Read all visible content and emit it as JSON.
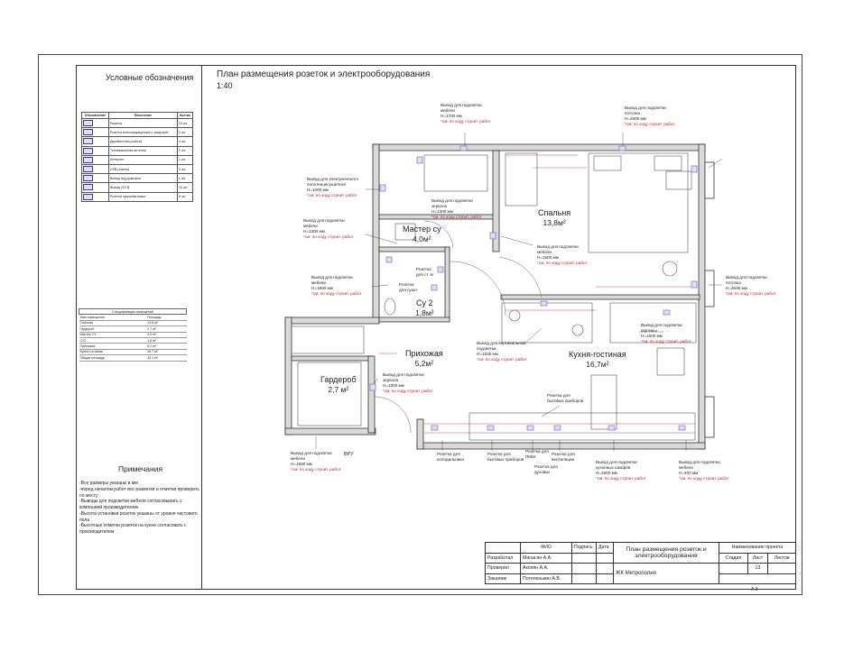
{
  "legend": {
    "title": "Условные обозначения",
    "headers": [
      "Обозначение",
      "Пояснение",
      "Кол-во"
    ],
    "rows": [
      {
        "icon": "socket-icon",
        "label": "Розетка",
        "qty": "15 шт."
      },
      {
        "icon": "socket-ground-icon",
        "label": "Розетка влагозащищенная с защелкой",
        "qty": "2 шт."
      },
      {
        "icon": "double-socket-icon",
        "label": "Двухместная розетка",
        "qty": "4 шт."
      },
      {
        "icon": "tv-socket-icon",
        "label": "Телевизионная антенна",
        "qty": "2 шт."
      },
      {
        "icon": "internet-icon",
        "label": "Интернет",
        "qty": "1 шт."
      },
      {
        "icon": "usb-socket-icon",
        "label": "USB-розетка",
        "qty": "3 шт."
      },
      {
        "icon": "intercom-icon",
        "label": "Вывод под домофон",
        "qty": "1 шт."
      },
      {
        "icon": "power-outlet-icon",
        "label": "Вывод 220 В",
        "qty": "16 шт."
      },
      {
        "icon": "outlet-row-icon",
        "label": "Розетка сушки/вытяжки",
        "qty": "8 шт."
      }
    ]
  },
  "spec": {
    "caption": "Спецификация помещений",
    "headers": [
      "Имя помещения",
      "Площадь"
    ],
    "rows": [
      [
        "Спальня",
        "13.8 м²"
      ],
      [
        "Гардероб",
        "2.7 м²"
      ],
      [
        "Мастер СУ",
        "4.0 м²"
      ],
      [
        "СУ2",
        "1.8 м²"
      ],
      [
        "Прихожая",
        "5.2 м²"
      ],
      [
        "Кухня-гостиная",
        "16.7 м²"
      ],
      [
        "Общая площадь",
        "44.1 м²"
      ]
    ]
  },
  "notes": {
    "title": "Примечания",
    "items": [
      "-Все размеры указаны в мм",
      "-перед началом работ все разметки и отметки проверить по месту",
      "-Выводы для подсветки мебели согласовывать с компанией производителем",
      "-Высота установки розеток указаны от уровня чистового пола",
      "-Высотные отметки розеток на кухне согласовать с производителем"
    ]
  },
  "plan": {
    "title": "План размещения розеток и электрооборудования",
    "scale": "1:40"
  },
  "rooms": {
    "bedroom": {
      "name": "Спальня",
      "area": "13,8м²"
    },
    "master_bath": {
      "name": "Мастер су",
      "area": "4,0м²"
    },
    "bath2": {
      "name": "Су 2",
      "area": "1,8м²"
    },
    "hall": {
      "name": "Прихожая",
      "area": "5,2м²"
    },
    "kitchen": {
      "name": "Кухня-гостиная",
      "area": "16,7м²"
    },
    "wardrobe": {
      "name": "Гардероб",
      "area": "2,7 м²"
    }
  },
  "annotations": {
    "a1": {
      "text": "Вывод для подсветки\nмебели\nН=1700 мм",
      "note": "*см. по ходу строит. работ"
    },
    "a2": {
      "text": "Вывод для подсветки\nпотолка\nН=2605 мм",
      "note": "*см. по ходу строит. работ"
    },
    "a3": {
      "text": "Вывод для электрического\nполотенцесушителя\nН=1000 мм",
      "note": "*см. по ходу строит. работ"
    },
    "a4": {
      "text": "Вывод для подсветки\nзеркала\nН=1300 мм",
      "note": "*см. по ходу строит. работ"
    },
    "a5": {
      "text": "Вывод для подсветки\nмебели\nН=1300 мм",
      "note": "*см. по ходу строит. работ"
    },
    "a6": {
      "text": "Вывод для подсветки\nмебели\nН=1800 мм",
      "note": "*см. по ходу строит. работ"
    },
    "a7": {
      "text": "Вывод для подсветки\nмебели\nН=1800 мм",
      "note": "*см. по ходу строит. работ"
    },
    "a8": {
      "text": "Розетка\nдля ст. м",
      "note": ""
    },
    "a9": {
      "text": "Розетка\nдля сушн",
      "note": ""
    },
    "a10": {
      "text": "Вывод для подсветки\nпотолка\nН=2605 мм",
      "note": "*см. по ходу строит. работ"
    },
    "a11": {
      "text": "Вывод для вертикальной\nподсветки\nН=1500 мм",
      "note": "*см. по ходу строит. работ"
    },
    "a12": {
      "text": "Вывод для подсветки\nкартины\nН=1500 мм",
      "note": "*см. по ходу строит. работ"
    },
    "a13": {
      "text": "Вывод для подсветки\nзеркала\nН=1000 мм",
      "note": "*см. по ходу строит. работ"
    },
    "a14": {
      "text": "Розетка для\nбытовых приборов",
      "note": ""
    },
    "a15": {
      "text": "Вывод для подсветки\nмебели\nН=1800 мм",
      "note": "*см. по ходу строит. работ"
    },
    "a16": {
      "text": "ВРУ",
      "note": ""
    },
    "a17": {
      "text": "Розетка для\nхолодильника",
      "note": ""
    },
    "a18": {
      "text": "Розетка для\nбытовых приборов",
      "note": ""
    },
    "a19": {
      "text": "Розетка для\nПММ",
      "note": ""
    },
    "a20": {
      "text": "Розетка для\nвентиляции",
      "note": ""
    },
    "a21": {
      "text": "Розетка для\nдуховки",
      "note": ""
    },
    "a22": {
      "text": "Вывод для подсветки\nкухонных шкафов\nН=1800 мм",
      "note": "*см. по ходу строит. работ"
    },
    "a23": {
      "text": "Вывод для подсветки\nмебели\nН=400 мм",
      "note": "*см. по ходу строит. работ"
    }
  },
  "stamp": {
    "col_fio": "ФИО",
    "col_sign": "Подпись",
    "col_date": "Дата",
    "rows": [
      {
        "role": "Разработал",
        "name": "Минасян А.А."
      },
      {
        "role": "Проверил",
        "name": "Акопян А.А."
      },
      {
        "role": "Заказчик",
        "name": "Потепенькин А.В."
      }
    ],
    "title": "План размещения розеток и электрооборудования",
    "project_header": "Наименование проекта",
    "stage_label": "Стадия",
    "sheet_label": "Лист",
    "sheets_label": "Листов",
    "sheet_number": "13",
    "project_name": "ЖК Метрополия"
  },
  "sheet_format": "А 3",
  "colors": {
    "wall": "#d9d9d9",
    "outlet": "#7b6fc2",
    "note_red": "#c0202a"
  }
}
